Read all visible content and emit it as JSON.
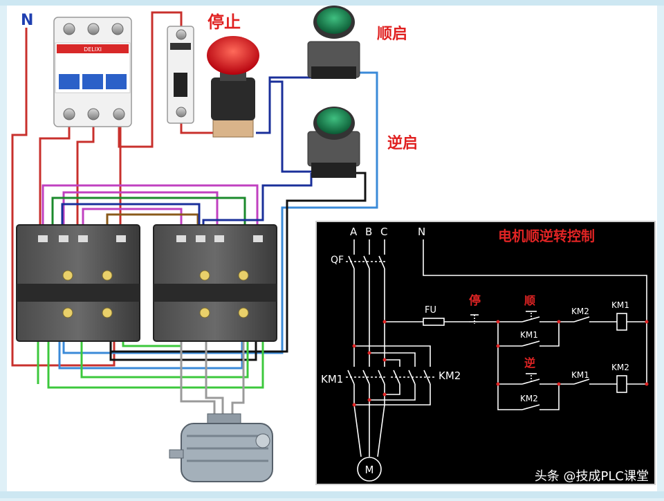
{
  "wiring": {
    "neutral_label": "N",
    "stop_label": "停止",
    "forward_label": "顺启",
    "reverse_label": "逆启",
    "breaker_brand": "DELIXI"
  },
  "schematic": {
    "title": "电机顺逆转控制",
    "phase_a": "A",
    "phase_b": "B",
    "phase_c": "C",
    "neutral": "N",
    "breaker": "QF",
    "fuse": "FU",
    "stop": "停",
    "forward": "顺",
    "reverse": "逆",
    "km1": "KM1",
    "km2": "KM2",
    "motor": "M"
  },
  "watermark": "头条 @技成PLC课堂",
  "colors": {
    "red": "#c8302c",
    "blue": "#1a2f9a",
    "light_blue": "#3a8ad8",
    "green": "#3cc83c",
    "magenta": "#c040c0",
    "black": "#111111",
    "gray": "#9a9a9a"
  }
}
